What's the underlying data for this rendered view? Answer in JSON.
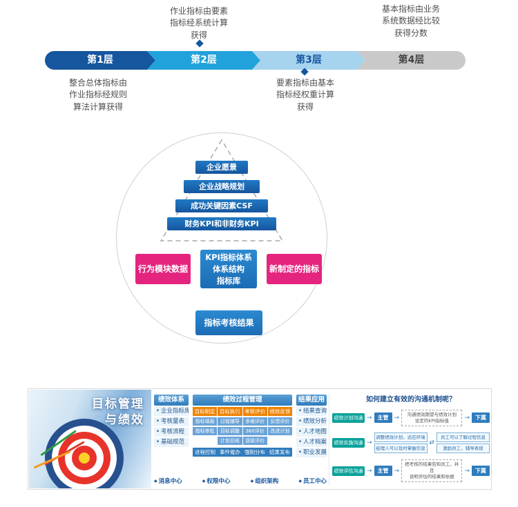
{
  "colors": {
    "layer1": "#15569e",
    "layer2": "#22a2db",
    "layer3": "#a6d3ee",
    "layer4": "#c9c9c9",
    "pyramid_blue": "#1b6cb5",
    "pink": "#e5247f",
    "box_blue": "#1b7ec6",
    "header_blue": "#2f7cbe",
    "tab_orange": "#ef8200",
    "pill_teal": "#0aa29a"
  },
  "flow": {
    "note_top_left": "作业指标由要素\n指标经系统计算\n获得",
    "note_top_right": "基本指标由业务\n系统数据经比较\n获得分数",
    "bars": [
      {
        "label": "第1层"
      },
      {
        "label": "第2层"
      },
      {
        "label": "第3层"
      },
      {
        "label": "第4层"
      }
    ],
    "note_bottom_left": "整合总体指标由\n作业指标经规则\n算法计算获得",
    "note_bottom_right": "要素指标由基本\n指标经权重计算\n获得"
  },
  "pyramid": {
    "levels": [
      {
        "label": "企业愿景"
      },
      {
        "label": "企业战略规划"
      },
      {
        "label": "成功关键因素CSF"
      },
      {
        "label": "财务KPI和非财务KPI"
      }
    ]
  },
  "system": {
    "left_box": "行为模块数据",
    "center_box": "KPI指标体系\n体系结构\n指标库",
    "right_box": "新制定的指标",
    "result_box": "指标考核结果"
  },
  "banner": {
    "photo_title": "目标管理\n与绩效",
    "col_system": {
      "header": "绩效体系",
      "items": [
        "企业指标库",
        "考核量表",
        "考核流程",
        "基础规范"
      ]
    },
    "col_process": {
      "header": "绩效过程管理",
      "tabs": [
        "目标制定",
        "目标执行",
        "考核评价",
        "绩效反馈"
      ],
      "cells": [
        [
          "指标填报",
          "指标审批"
        ],
        [
          "过程辅导",
          "目标调整",
          "计划总结"
        ],
        [
          "多维评价",
          "360评价",
          "逐级评价"
        ],
        [
          "反馈评价",
          "改进计划"
        ]
      ],
      "footer": [
        "进程控制",
        "事件催办",
        "强制分布",
        "结果发布"
      ]
    },
    "col_result": {
      "header": "结果应用",
      "items": [
        "结果查询",
        "绩效分析",
        "人才地图",
        "人才档案",
        "职业发展"
      ]
    },
    "bottom_bar": [
      "消息中心",
      "权限中心",
      "组织架构",
      "员工中心"
    ],
    "comm": {
      "title": "如何建立有效的沟通机制呢？",
      "row1": {
        "pill": "绩效计划沟通",
        "left": "主管",
        "middle": "沟通绩效期望与绩效计划\n设定的KPI指标值",
        "right": "下属"
      },
      "row2": {
        "pill": "绩效实施沟通",
        "left_top": "调整绩效计划，适应环境",
        "left_bottom": "经理人可以及时掌握信息",
        "right_top": "员工可以了解过程信息",
        "right_bottom": "激励员工，辅导表现"
      },
      "row3": {
        "pill": "绩效评估沟通",
        "left": "主管",
        "middle": "把考核的结果告知员工，并且\n说明评估的结果和依据",
        "right": "下属"
      }
    }
  }
}
